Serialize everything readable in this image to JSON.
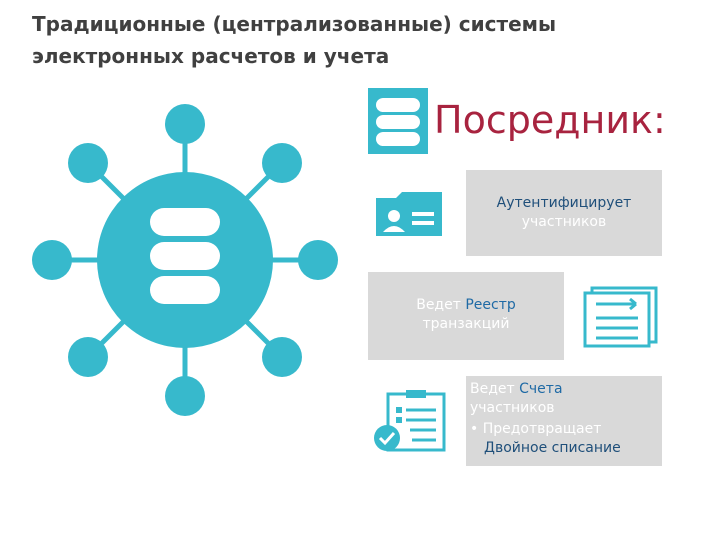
{
  "title": {
    "line1": "Традиционные (централизованные) системы",
    "line2": "электронных расчетов и учета"
  },
  "intermediary": {
    "label": "Посредник:"
  },
  "roles": {
    "authenticates": {
      "line1": "Аутентифицирует",
      "line2": "участников"
    },
    "registry": {
      "prefix": "Ведет ",
      "accent": "Реестр",
      "line2": "транзакций"
    },
    "accounts": {
      "prefix": "Ведет ",
      "accent": "Счета",
      "line2": "участников",
      "bullet": "•",
      "bullet_text": "Предотвращает",
      "bullet_text2": "Двойное списание"
    }
  },
  "icons": {
    "hub": "database-hub-icon",
    "intermediary": "database-icon",
    "auth": "id-card-folder-icon",
    "registry": "document-transfer-icon",
    "accounts": "clipboard-check-icon"
  },
  "colors": {
    "teal": "#37b9cc",
    "title": "#404040",
    "intermediary_label": "#a8233f",
    "box_bg": "#d9d9d9",
    "accent_text": "#1f6aa5"
  }
}
